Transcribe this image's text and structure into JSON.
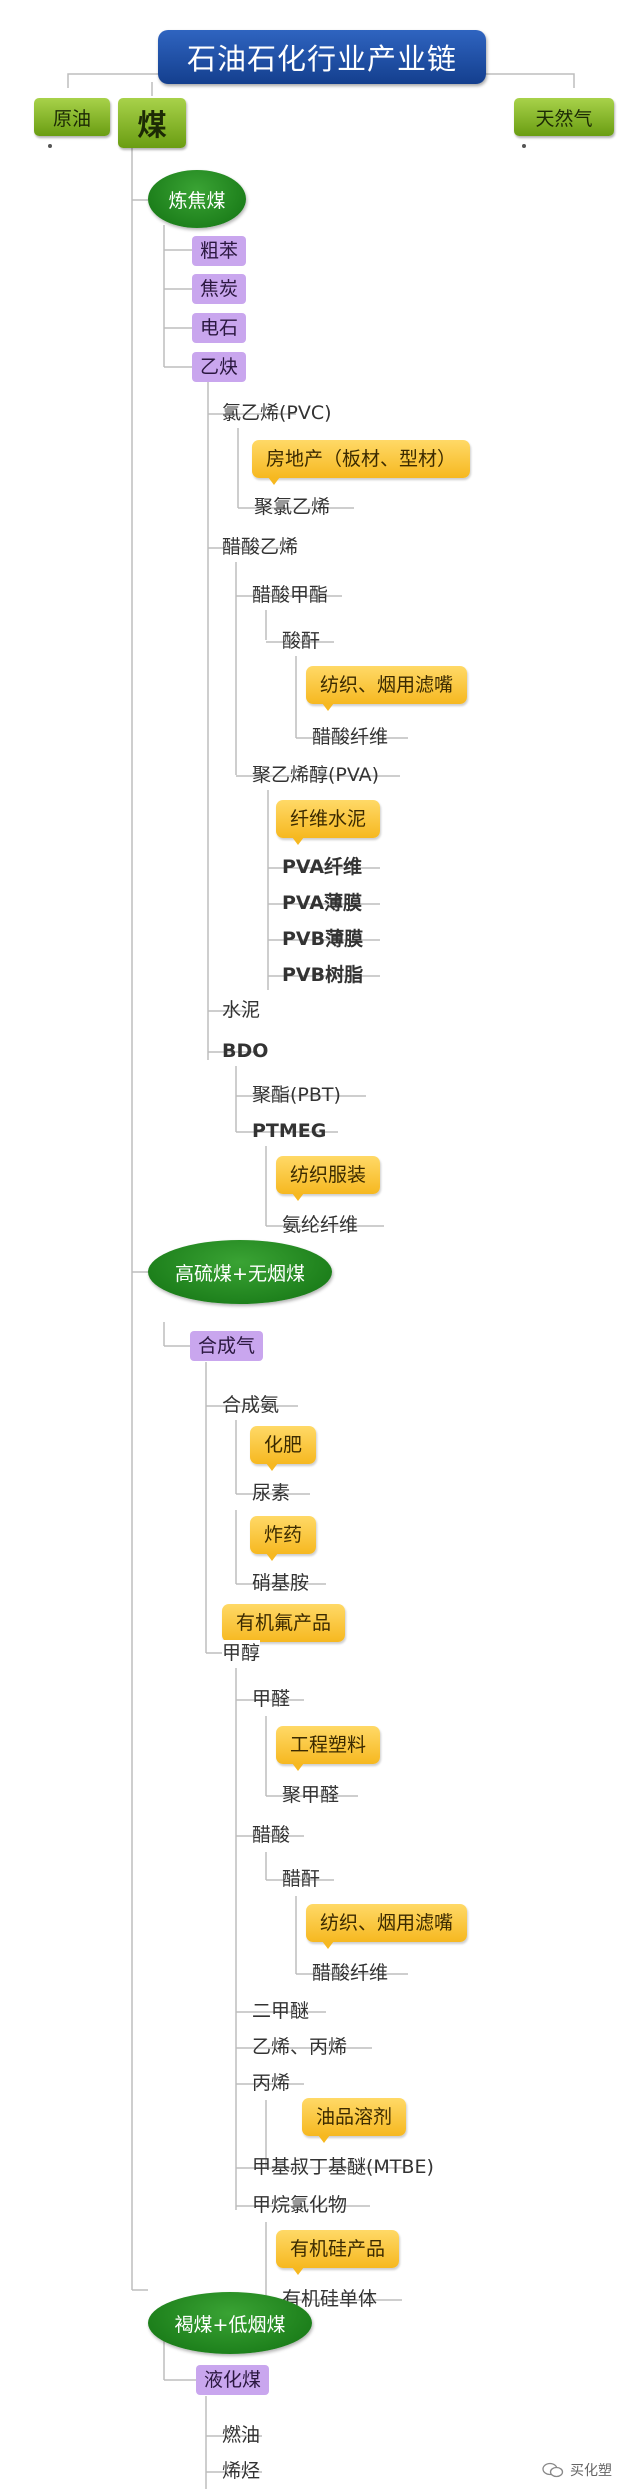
{
  "title": "石油石化行业产业链",
  "top": {
    "left": "原油",
    "center": "煤",
    "right": "天然气"
  },
  "coking": {
    "label": "炼焦煤",
    "products": [
      "粗苯",
      "焦炭",
      "电石",
      "乙炔"
    ],
    "pvc": {
      "label": "氯乙烯(PVC)",
      "app": "房地产（板材、型材）",
      "product": "聚氯乙烯"
    },
    "vinyl_acetate": {
      "label": "醋酸乙烯",
      "methyl_acetate": "醋酸甲酯",
      "anhydride": "酸酐",
      "app": "纺织、烟用滤嘴",
      "fiber": "醋酸纤维"
    },
    "pva": {
      "label": "聚乙烯醇(PVA)",
      "app": "纤维水泥",
      "items": [
        "PVA纤维",
        "PVA薄膜",
        "PVB薄膜",
        "PVB树脂"
      ]
    },
    "cement": "水泥",
    "bdo": {
      "label": "BDO",
      "pbt": "聚酯(PBT)",
      "ptmeg": "PTMEG",
      "app": "纺织服装",
      "product": "氨纶纤维"
    }
  },
  "high_sulfur": {
    "label": "高硫煤+无烟煤",
    "syngas": "合成气",
    "ammonia": "合成氨",
    "fertilizer": "化肥",
    "urea": "尿素",
    "explosive": "炸药",
    "ammonium_nitrate": "硝基胺",
    "organofluorine": "有机氟产品",
    "methanol": "甲醇",
    "formaldehyde": "甲醛",
    "plastics": "工程塑料",
    "polyformaldehyde": "聚甲醛",
    "acetic_acid": "醋酸",
    "acetic_anhydride": "醋酐",
    "textile": "纺织、烟用滤嘴",
    "acetate_fiber": "醋酸纤维",
    "dme": "二甲醚",
    "ethylene_propylene": "乙烯、丙烯",
    "propylene": "丙烯",
    "solvent": "油品溶剂",
    "mtbe": "甲基叔丁基醚(MTBE)",
    "methyl_chloride": "甲烷氯化物",
    "silicone_products": "有机硅产品",
    "silicone_monomer": "有机硅单体"
  },
  "lignite": {
    "label": "褐煤+低烟煤",
    "liquefied": "液化煤",
    "fuel": "燃油",
    "olefins": "烯烃"
  },
  "watermark": "买化塑",
  "colors": {
    "title": "#1f4fa8",
    "green": "#7db21f",
    "ellipse": "#1a8a1a",
    "purple": "#c9a6ee",
    "yellow": "#f9c63a",
    "line": "#b9b9b9"
  }
}
